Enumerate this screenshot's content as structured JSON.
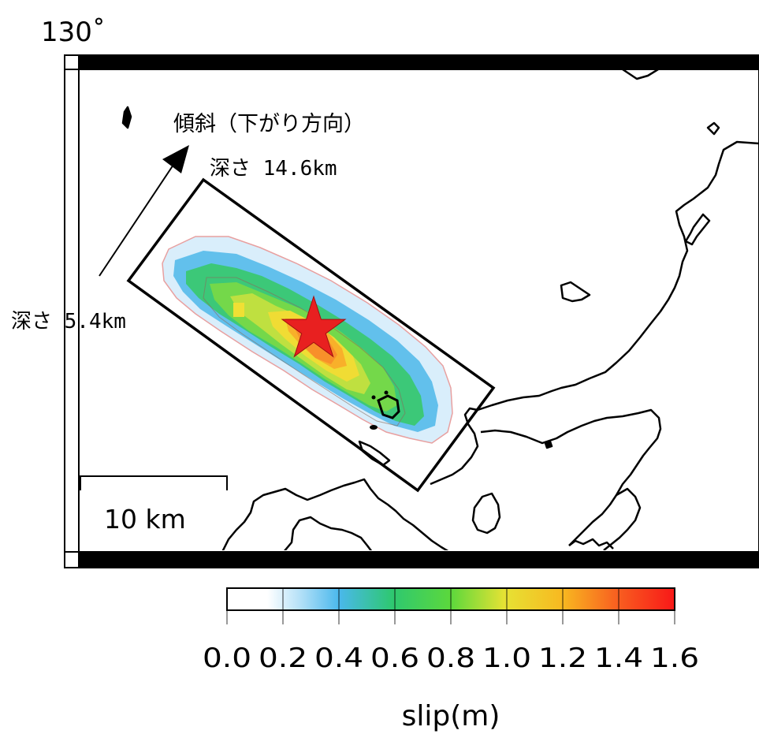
{
  "map": {
    "lon_label": "130˚",
    "scale_bar": {
      "label": "10 km"
    },
    "dip_label": "傾斜（下がり方向）",
    "depth_top_label": "深さ 14.6km",
    "depth_bottom_label": "深さ 5.4km"
  },
  "colorbar": {
    "ticks": [
      "0.0",
      "0.2",
      "0.4",
      "0.6",
      "0.8",
      "1.0",
      "1.2",
      "1.4",
      "1.6"
    ],
    "label": "slip(m)",
    "min": 0.0,
    "max": 1.6,
    "colors": [
      "#ffffff",
      "#a8dcf5",
      "#48b8e8",
      "#2ec870",
      "#5ad840",
      "#e8e030",
      "#f8c020",
      "#f87820",
      "#f82020"
    ]
  },
  "epicenter": {
    "marker": "star-icon",
    "color": "#e82020"
  }
}
